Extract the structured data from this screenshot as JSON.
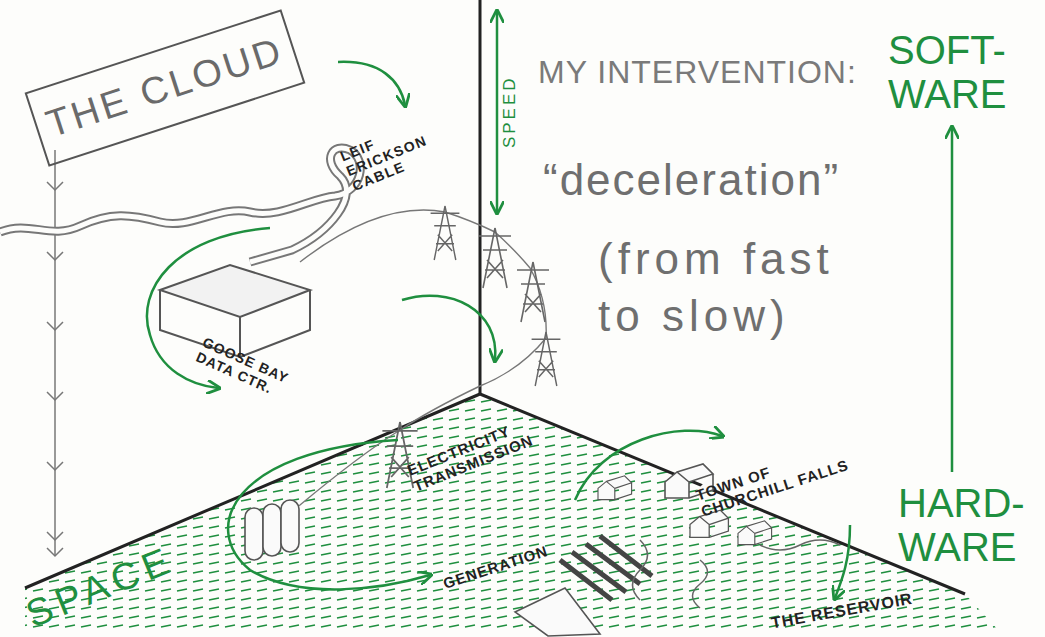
{
  "diagram": {
    "nodes": [
      {
        "text": [
          "THE CLOUD"
        ]
      },
      {
        "text": [
          "GOOSE BAY DATA CTR."
        ]
      }
    ],
    "labels": [
      "LEIF ERICKSON CABLE",
      "SPEED",
      "MY INTERVENTION:",
      "SOFT- WARE",
      "“deceleration”",
      "(from fast to slow)",
      "ELECTRICITY TRANSMISSION",
      "TOWN OF CHURCHILL FALLS",
      "GENERATION",
      "HARD- WARE",
      "SPACE",
      "THE RESERVOIR"
    ]
  }
}
